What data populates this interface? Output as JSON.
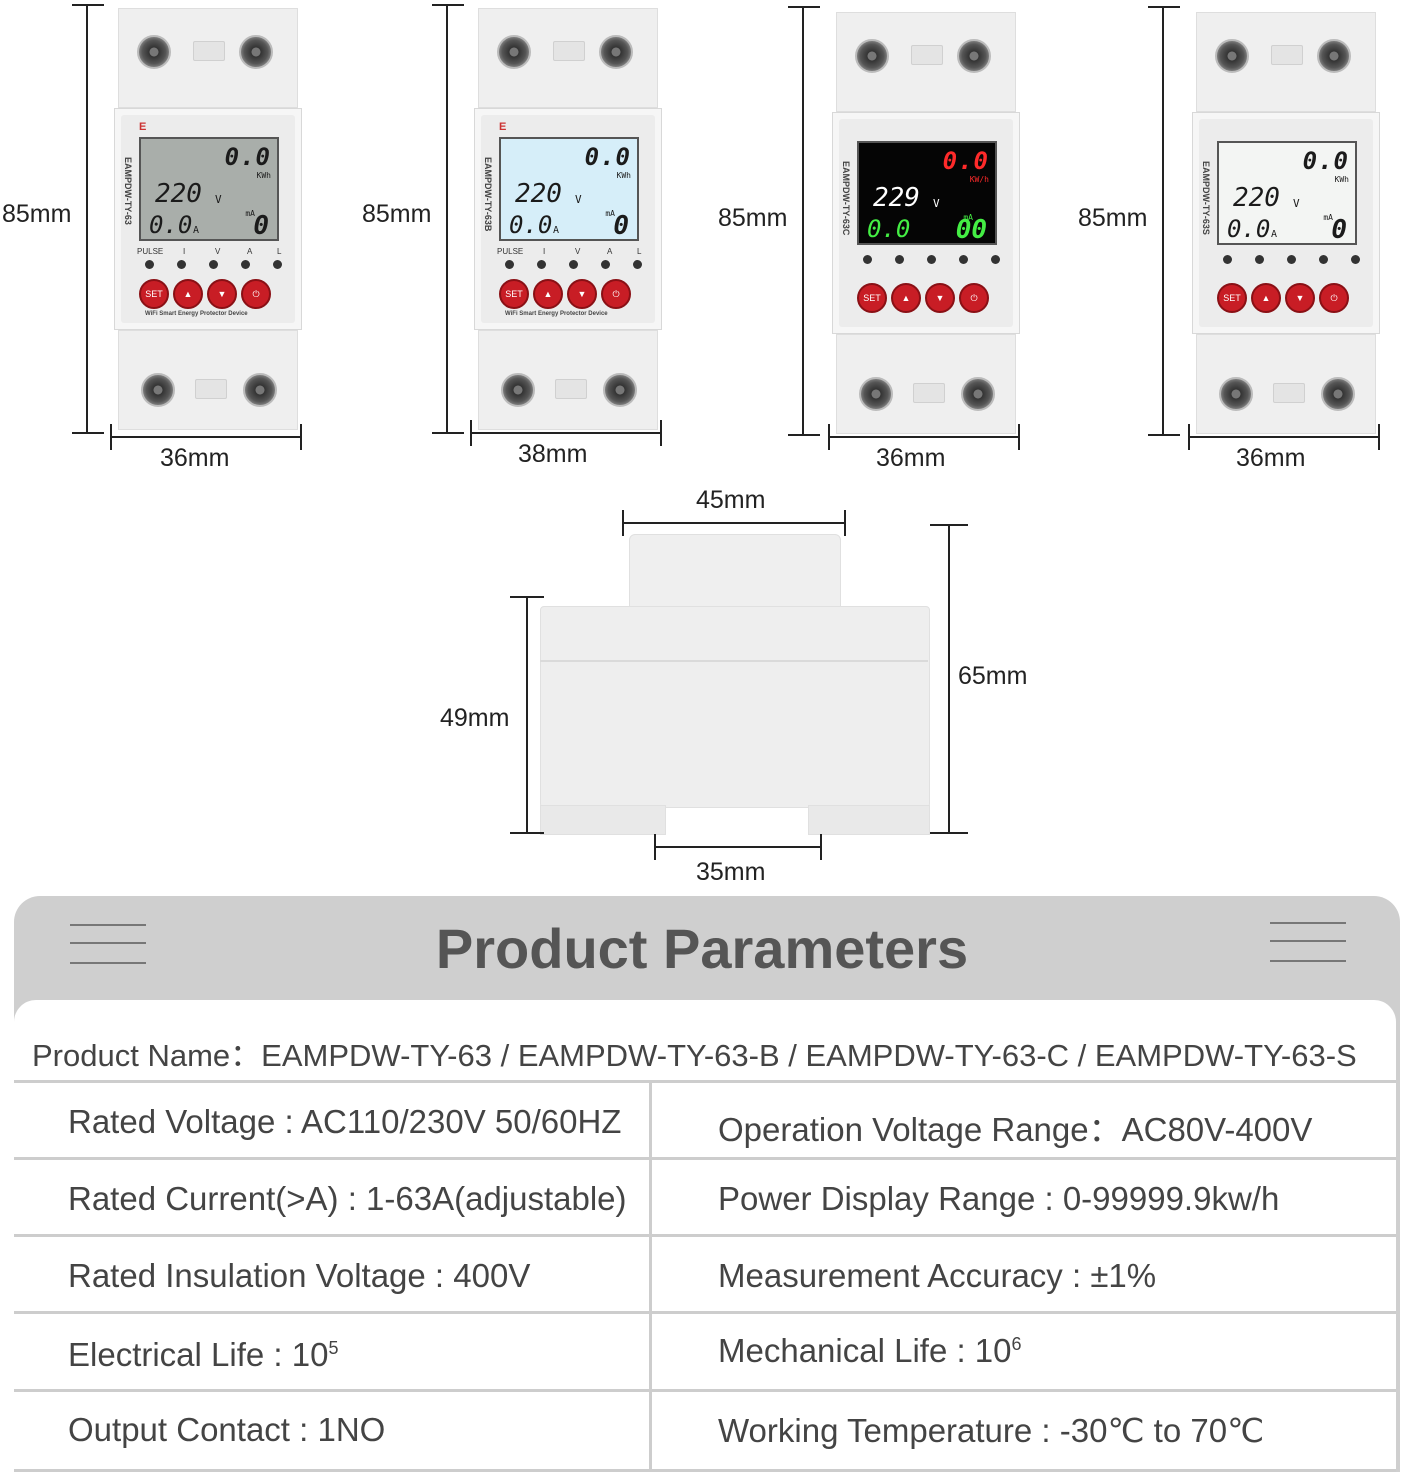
{
  "devices": [
    {
      "model": "EAMPDW-TY-63",
      "lcd_style": "grey",
      "kwh": "0.0",
      "kwh_unit": "KWh",
      "volt": "220",
      "volt_unit": "V",
      "amp": "0.0",
      "amp_unit": "A",
      "ma_unit": "mA",
      "ma": "0",
      "height_label": "85mm",
      "width_label": "36mm"
    },
    {
      "model": "EAMPDW-TY-63B",
      "lcd_style": "blue",
      "kwh": "0.0",
      "kwh_unit": "KWh",
      "volt": "220",
      "volt_unit": "V",
      "amp": "0.0",
      "amp_unit": "A",
      "ma_unit": "mA",
      "ma": "0",
      "height_label": "85mm",
      "width_label": "38mm"
    },
    {
      "model": "EAMPDW-TY-63C",
      "lcd_style": "black",
      "kwh": "0.0",
      "kwh_unit": "KW/h",
      "volt": "229",
      "volt_unit": "V",
      "amp": "0.0",
      "amp_unit": "",
      "ma_unit": "mA",
      "ma": "00",
      "height_label": "85mm",
      "width_label": "36mm"
    },
    {
      "model": "EAMPDW-TY-63S",
      "lcd_style": "white",
      "kwh": "0.0",
      "kwh_unit": "KWh",
      "volt": "220",
      "volt_unit": "V",
      "amp": "0.0",
      "amp_unit": "A",
      "ma_unit": "mA",
      "ma": "0",
      "height_label": "85mm",
      "width_label": "36mm"
    }
  ],
  "device_common": {
    "indicators": [
      "PULSE",
      "I",
      "V",
      "A",
      "L"
    ],
    "buttons": [
      "SET",
      "▲",
      "▼",
      "⏻"
    ],
    "tagline": "WiFi Smart Energy Protector Device"
  },
  "side_view": {
    "top_width": "45mm",
    "body_height": "49mm",
    "total_height": "65mm",
    "foot_width": "35mm"
  },
  "parameters": {
    "title": "Product Parameters",
    "product_name_label": "Product Name",
    "product_name_sep": "：",
    "product_name_value": "EAMPDW-TY-63 / EAMPDW-TY-63-B / EAMPDW-TY-63-C / EAMPDW-TY-63-S",
    "rows": [
      {
        "left": "Rated Voltage : AC110/230V  50/60HZ",
        "right": "Operation Voltage Range：AC80V-400V"
      },
      {
        "left": "Rated Current(>A) : 1-63A(adjustable)",
        "right": "Power Display Range : 0-99999.9kw/h"
      },
      {
        "left": "Rated Insulation Voltage : 400V",
        "right": "Measurement Accuracy : ±1%"
      },
      {
        "left": "Electrical Life : 10",
        "left_sup": "5",
        "right": "Mechanical Life : 10",
        "right_sup": "6"
      },
      {
        "left": "Output Contact : 1NO",
        "right": "Working Temperature : -30℃ to 70℃"
      }
    ]
  }
}
